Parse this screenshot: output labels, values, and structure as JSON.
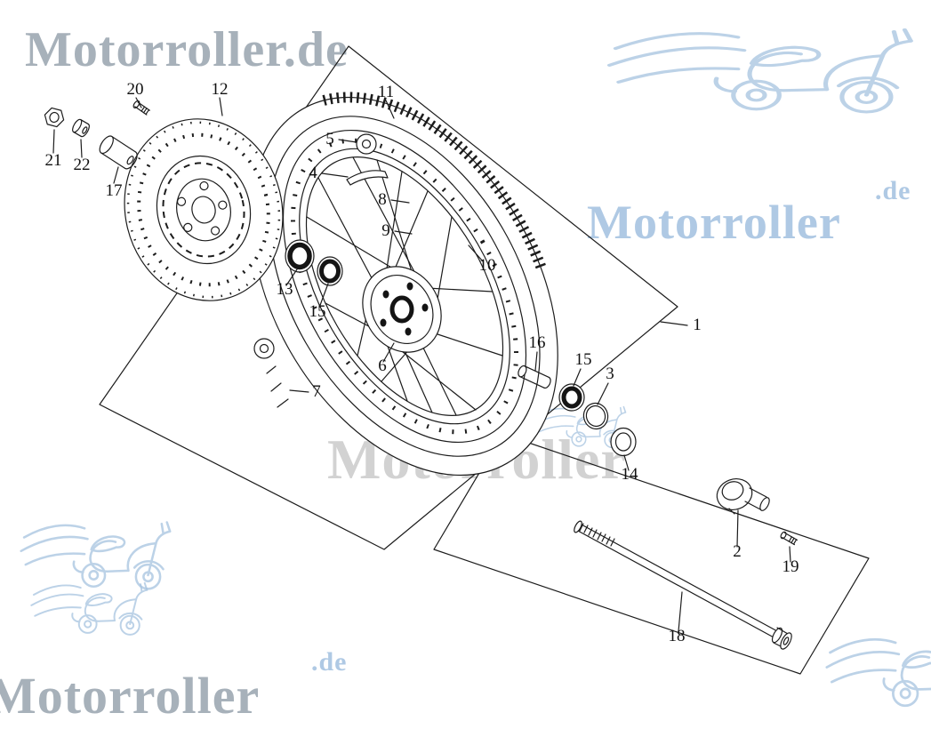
{
  "watermarks": {
    "brand": "Motorroller",
    "brand_full": "Motorroller.de",
    "tld": ".de",
    "color_blue": "#afc9e4",
    "color_gray": "#a7b1ba",
    "color_light_gray": "#d2d2d2"
  },
  "callouts": [
    {
      "num": "20"
    },
    {
      "num": "12"
    },
    {
      "num": "11"
    },
    {
      "num": "5"
    },
    {
      "num": "4"
    },
    {
      "num": "21"
    },
    {
      "num": "22"
    },
    {
      "num": "17"
    },
    {
      "num": "8"
    },
    {
      "num": "9"
    },
    {
      "num": "10"
    },
    {
      "num": "13"
    },
    {
      "num": "15"
    },
    {
      "num": "1"
    },
    {
      "num": "16"
    },
    {
      "num": "15"
    },
    {
      "num": "3"
    },
    {
      "num": "6"
    },
    {
      "num": "7"
    },
    {
      "num": "14"
    },
    {
      "num": "2"
    },
    {
      "num": "19"
    },
    {
      "num": "18"
    }
  ]
}
